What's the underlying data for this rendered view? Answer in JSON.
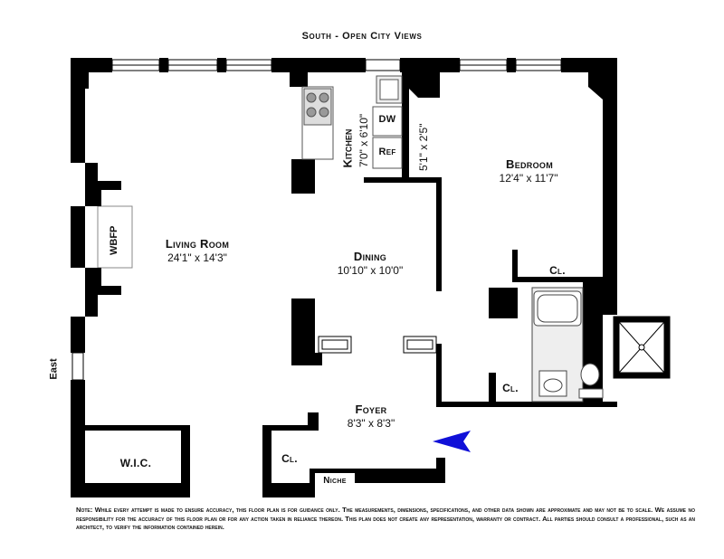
{
  "top_label": "South - Open City Views",
  "side_label": "East",
  "rooms": {
    "living": {
      "name": "Living Room",
      "dims": "24'1\" x 14'3\""
    },
    "dining": {
      "name": "Dining",
      "dims": "10'10\" x 10'0\""
    },
    "kitchen": {
      "name": "Kitchen",
      "dims": "7'0\" x 6'10\""
    },
    "bedroom": {
      "name": "Bedroom",
      "dims": "12'4\" x 11'7\""
    },
    "foyer": {
      "name": "Foyer",
      "dims": "8'3\" x 8'3\""
    },
    "pantry_dims": "5'1\" x 2'5\"",
    "wic": "W.I.C.",
    "closet": "Cl.",
    "niche": "Niche",
    "wbfp": "WBFP",
    "dw": "DW",
    "ref": "Ref"
  },
  "entry_arrow_color": "#1010d8",
  "note": {
    "prefix": "Note:",
    "text": "While every attempt is made to ensure accuracy, this floor plan is for guidance only. The measurements, dimensions, specifications, and other data shown are approximate and may not be to scale. We assume no responsibility for the accuracy of this floor plan or for any action taken in reliance thereon. This plan does not create any representation, warranty or contract. All parties should consult a professional, such as an architect, to verify the information contained herein."
  }
}
